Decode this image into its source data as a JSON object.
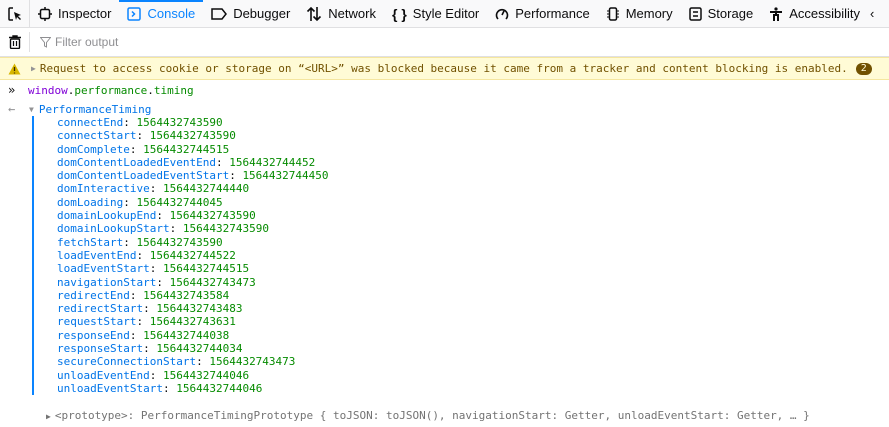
{
  "toolbar": {
    "tabs": [
      {
        "label": "Inspector",
        "icon": "inspector-icon"
      },
      {
        "label": "Console",
        "icon": "console-icon",
        "active": true
      },
      {
        "label": "Debugger",
        "icon": "debugger-icon"
      },
      {
        "label": "Network",
        "icon": "network-icon"
      },
      {
        "label": "Style Editor",
        "icon": "style-editor-icon"
      },
      {
        "label": "Performance",
        "icon": "performance-icon"
      },
      {
        "label": "Memory",
        "icon": "memory-icon"
      },
      {
        "label": "Storage",
        "icon": "storage-icon"
      },
      {
        "label": "Accessibility",
        "icon": "accessibility-icon"
      }
    ]
  },
  "filter": {
    "placeholder": "Filter output"
  },
  "warning": {
    "text": "Request to access cookie or storage on “<URL>” was blocked because it came from a tracker and content blocking is enabled.",
    "count": "2"
  },
  "input": {
    "obj": "window",
    "dot1": ".",
    "prop1": "performance",
    "dot2": ".",
    "prop2": "timing"
  },
  "output": {
    "type": "PerformanceTiming",
    "properties": [
      {
        "key": "connectEnd",
        "value": "1564432743590"
      },
      {
        "key": "connectStart",
        "value": "1564432743590"
      },
      {
        "key": "domComplete",
        "value": "1564432744515"
      },
      {
        "key": "domContentLoadedEventEnd",
        "value": "1564432744452"
      },
      {
        "key": "domContentLoadedEventStart",
        "value": "1564432744450"
      },
      {
        "key": "domInteractive",
        "value": "1564432744440"
      },
      {
        "key": "domLoading",
        "value": "1564432744045"
      },
      {
        "key": "domainLookupEnd",
        "value": "1564432743590"
      },
      {
        "key": "domainLookupStart",
        "value": "1564432743590"
      },
      {
        "key": "fetchStart",
        "value": "1564432743590"
      },
      {
        "key": "loadEventEnd",
        "value": "1564432744522"
      },
      {
        "key": "loadEventStart",
        "value": "1564432744515"
      },
      {
        "key": "navigationStart",
        "value": "1564432743473"
      },
      {
        "key": "redirectEnd",
        "value": "1564432743584"
      },
      {
        "key": "redirectStart",
        "value": "1564432743483"
      },
      {
        "key": "requestStart",
        "value": "1564432743631"
      },
      {
        "key": "responseEnd",
        "value": "1564432744038"
      },
      {
        "key": "responseStart",
        "value": "1564432744034"
      },
      {
        "key": "secureConnectionStart",
        "value": "1564432743473"
      },
      {
        "key": "unloadEventEnd",
        "value": "1564432744046"
      },
      {
        "key": "unloadEventStart",
        "value": "1564432744046"
      }
    ],
    "prototype": "<prototype>: PerformanceTimingPrototype { toJSON: toJSON(), navigationStart: Getter, unloadEventStart: Getter, … }"
  }
}
